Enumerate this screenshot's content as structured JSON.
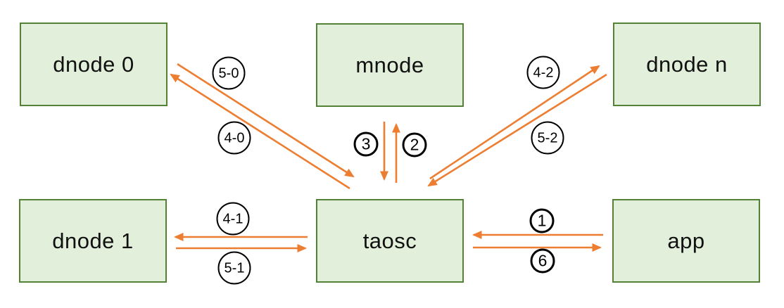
{
  "nodes": [
    {
      "id": "dnode0",
      "label": "dnode 0"
    },
    {
      "id": "mnode",
      "label": "mnode"
    },
    {
      "id": "dnoden",
      "label": "dnode n"
    },
    {
      "id": "dnode1",
      "label": "dnode 1"
    },
    {
      "id": "taosc",
      "label": "taosc"
    },
    {
      "id": "app",
      "label": "app"
    }
  ],
  "edges": [
    {
      "label": "5-0",
      "from": "dnode 0",
      "to": "taosc"
    },
    {
      "label": "4-0",
      "from": "taosc",
      "to": "dnode 0"
    },
    {
      "label": "3",
      "from": "mnode",
      "to": "taosc"
    },
    {
      "label": "2",
      "from": "taosc",
      "to": "mnode"
    },
    {
      "label": "4-2",
      "from": "taosc",
      "to": "dnode n"
    },
    {
      "label": "5-2",
      "from": "dnode n",
      "to": "taosc"
    },
    {
      "label": "4-1",
      "from": "taosc",
      "to": "dnode 1"
    },
    {
      "label": "5-1",
      "from": "dnode 1",
      "to": "taosc"
    },
    {
      "label": "1",
      "from": "app",
      "to": "taosc"
    },
    {
      "label": "6",
      "from": "taosc",
      "to": "app"
    }
  ],
  "colors": {
    "arrow": "#ed7d31",
    "node_fill": "#e2efda",
    "node_border": "#538135",
    "label_border": "#000000"
  }
}
